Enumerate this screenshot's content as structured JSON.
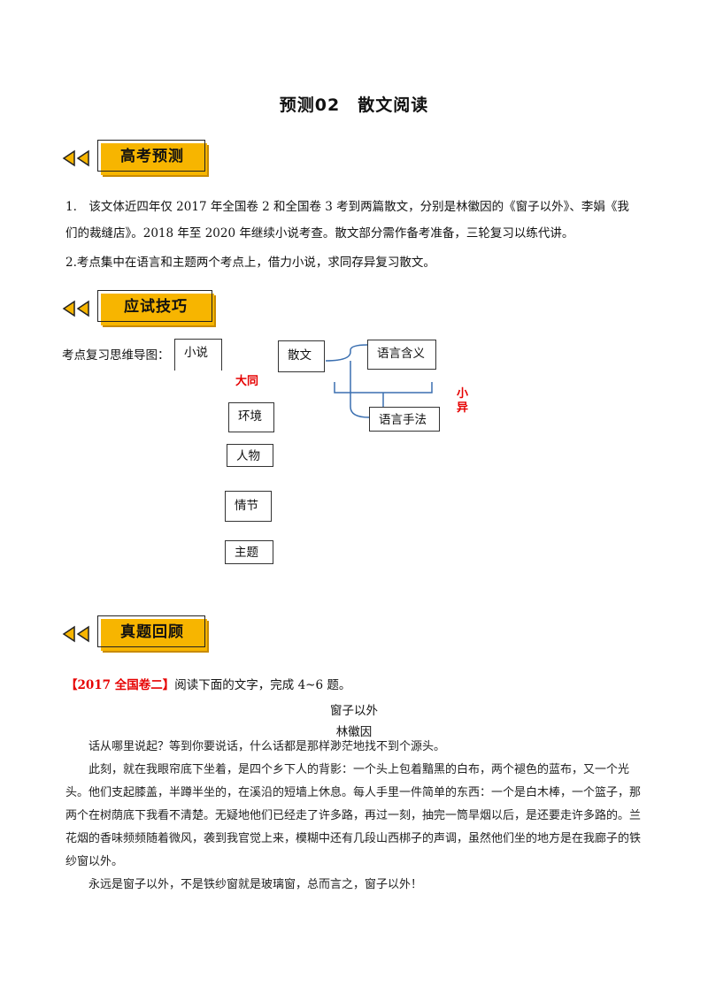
{
  "doc": {
    "title": "预测02　散文阅读"
  },
  "sections": {
    "forecast": {
      "label": "高考预测"
    },
    "skills": {
      "label": "应试技巧"
    },
    "review": {
      "label": "真题回顾"
    }
  },
  "forecast_text": {
    "p1_line1": "1.　该文体近四年仅 2017 年全国卷 2 和全国卷 3 考到两篇散文，分别是林徽因的《窗子以外》、李娟《我",
    "p1_line2": "们的裁缝店》。2018 年至 2020 年继续小说考查。散文部分需作备考准备，三轮复习以练代讲。",
    "p2": "2.考点集中在语言和主题两个考点上，借力小说，求同存异复习散文。"
  },
  "mindmap": {
    "intro": "考点复习思维导图：",
    "novel": "小说",
    "prose": "散文",
    "language_meaning": "语言含义",
    "language_technique": "语言手法",
    "big_same": "大同",
    "small_diff": "小异",
    "items": [
      "环境",
      "人物",
      "情节",
      "主题"
    ]
  },
  "review": {
    "tag": "【2017 全国卷二】",
    "instruction": "阅读下面的文字，完成 4~6 题。",
    "essay_title": "窗子以外",
    "author": "林徽因",
    "paragraphs": [
      "话从哪里说起？等到你要说话，什么话都是那样渺茫地找不到个源头。",
      "此刻，就在我眼帘底下坐着，是四个乡下人的背影：一个头上包着黯黑的白布，两个褪色的蓝布，又一个光头。他们支起膝盖，半蹲半坐的，在溪沿的短墙上休息。每人手里一件简单的东西：一个是白木棒，一个篮子，那两个在树荫底下我看不清楚。无疑地他们已经走了许多路，再过一刻，抽完一筒旱烟以后，是还要走许多路的。兰花烟的香味频频随着微风，袭到我官觉上来，模糊中还有几段山西梆子的声调，虽然他们坐的地方是在我廊子的铁纱窗以外。",
      "永远是窗子以外，不是铁纱窗就是玻璃窗，总而言之，窗子以外！"
    ]
  },
  "colors": {
    "accent": "#f7b500",
    "red": "#e60000",
    "diagram_line": "#3a6fb0"
  }
}
